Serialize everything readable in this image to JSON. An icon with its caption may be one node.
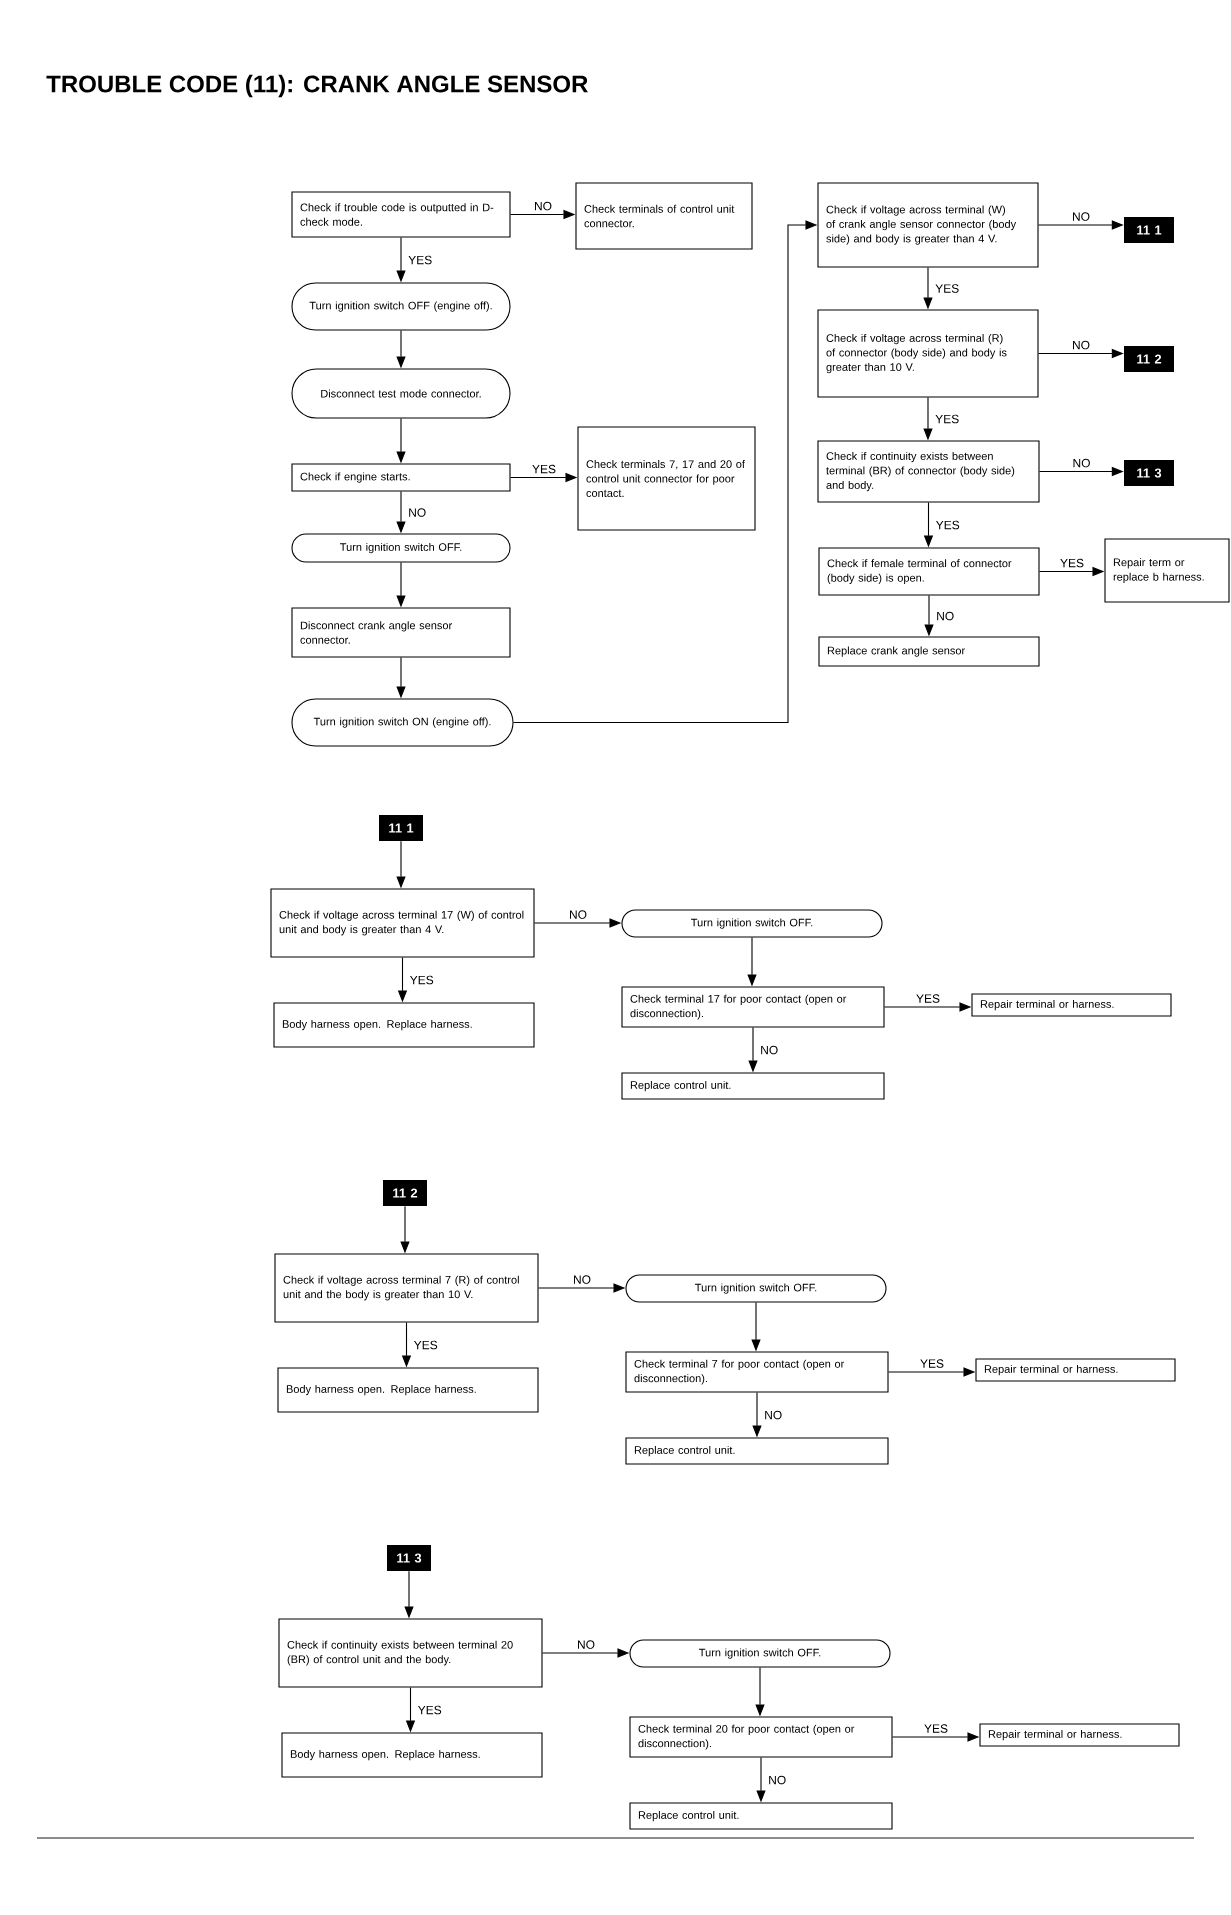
{
  "diagram": {
    "title": "TROUBLE CODE (11): CRANK ANGLE SENSOR",
    "nodes": [
      {
        "text": [
          "Check if trouble code is outputted in D-check mode."
        ]
      },
      {
        "text": [
          "Check terminals of control unit connector."
        ]
      },
      {
        "text": [
          "Turn ignition switch OFF (engine off)."
        ]
      },
      {
        "text": [
          "Disconnect test mode connector."
        ]
      },
      {
        "text": [
          "Check if engine starts."
        ]
      },
      {
        "text": [
          "Check terminals 7, 17 and 20 of control unit connector for poor contact."
        ]
      },
      {
        "text": [
          "Turn ignition switch OFF."
        ]
      },
      {
        "text": [
          "Disconnect crank angle sensor connector."
        ]
      },
      {
        "text": [
          "Turn ignition switch ON (engine off)."
        ]
      },
      {
        "text": [
          "Check if voltage across terminal (W) of crank angle sensor connector (body side) and body is greater than 4 V."
        ]
      },
      {
        "text": [
          "11 1"
        ]
      },
      {
        "text": [
          "Check if voltage across terminal (R) of connector (body side) and body is greater than 10 V."
        ]
      },
      {
        "text": [
          "11 2"
        ]
      },
      {
        "text": [
          "Check if continuity exists between terminal (BR) of connector (body side) and body."
        ]
      },
      {
        "text": [
          "11 3"
        ]
      },
      {
        "text": [
          "Check if female terminal of connector (body side) is open."
        ]
      },
      {
        "text": [
          "Repair term or replace b harness."
        ]
      },
      {
        "text": [
          "Replace crank angle sensor"
        ]
      },
      {
        "text": [
          "11 1"
        ]
      },
      {
        "text": [
          "Check if voltage across terminal 17 (W) of control unit and body is greater than 4 V."
        ]
      },
      {
        "text": [
          "Turn ignition switch OFF."
        ]
      },
      {
        "text": [
          "Body harness open. Replace harness."
        ]
      },
      {
        "text": [
          "Check terminal 17 for poor contact (open or disconnection)."
        ]
      },
      {
        "text": [
          "Repair terminal or harness."
        ]
      },
      {
        "text": [
          "Replace control unit."
        ]
      },
      {
        "text": [
          "11 2"
        ]
      },
      {
        "text": [
          "Check if voltage across terminal 7 (R) of control unit and the body is greater than 10 V."
        ]
      },
      {
        "text": [
          "Turn ignition switch OFF."
        ]
      },
      {
        "text": [
          "Body harness open. Replace harness."
        ]
      },
      {
        "text": [
          "Check terminal 7 for poor contact (open or disconnection)."
        ]
      },
      {
        "text": [
          "Repair terminal or harness."
        ]
      },
      {
        "text": [
          "Replace control unit."
        ]
      },
      {
        "text": [
          "11 3"
        ]
      },
      {
        "text": [
          "Check if continuity exists between terminal 20 (BR) of control unit and the body."
        ]
      },
      {
        "text": [
          "Turn ignition switch OFF."
        ]
      },
      {
        "text": [
          "Body harness open. Replace harness."
        ]
      },
      {
        "text": [
          "Check terminal 20 for poor contact (open or disconnection)."
        ]
      },
      {
        "text": [
          "Repair terminal or harness."
        ]
      },
      {
        "text": [
          "Replace control unit."
        ]
      }
    ],
    "edges": [
      {
        "from": 0,
        "to": 1,
        "arrow": "to",
        "label": "NO"
      },
      {
        "from": 0,
        "to": 2,
        "arrow": "to",
        "label": "YES"
      },
      {
        "from": 2,
        "to": 3,
        "arrow": "to"
      },
      {
        "from": 3,
        "to": 4,
        "arrow": "to"
      },
      {
        "from": 4,
        "to": 5,
        "arrow": "to",
        "label": "YES"
      },
      {
        "from": 4,
        "to": 6,
        "arrow": "to",
        "label": "NO"
      },
      {
        "from": 6,
        "to": 7,
        "arrow": "to"
      },
      {
        "from": 7,
        "to": 8,
        "arrow": "to"
      },
      {
        "from": 8,
        "to": 9,
        "arrow": "to"
      },
      {
        "from": 9,
        "to": 10,
        "arrow": "to",
        "label": "NO"
      },
      {
        "from": 9,
        "to": 11,
        "arrow": "to",
        "label": "YES"
      },
      {
        "from": 11,
        "to": 12,
        "arrow": "to",
        "label": "NO"
      },
      {
        "from": 11,
        "to": 13,
        "arrow": "to",
        "label": "YES"
      },
      {
        "from": 13,
        "to": 14,
        "arrow": "to",
        "label": "NO"
      },
      {
        "from": 13,
        "to": 15,
        "arrow": "to",
        "label": "YES"
      },
      {
        "from": 15,
        "to": 16,
        "arrow": "to",
        "label": "YES"
      },
      {
        "from": 15,
        "to": 17,
        "arrow": "to",
        "label": "NO"
      },
      {
        "from": 18,
        "to": 19,
        "arrow": "to"
      },
      {
        "from": 19,
        "to": 20,
        "arrow": "to",
        "label": "NO"
      },
      {
        "from": 19,
        "to": 21,
        "arrow": "to",
        "label": "YES"
      },
      {
        "from": 20,
        "to": 22,
        "arrow": "to"
      },
      {
        "from": 22,
        "to": 23,
        "arrow": "to",
        "label": "YES"
      },
      {
        "from": 22,
        "to": 24,
        "arrow": "to",
        "label": "NO"
      },
      {
        "from": 25,
        "to": 26,
        "arrow": "to"
      },
      {
        "from": 26,
        "to": 27,
        "arrow": "to",
        "label": "NO"
      },
      {
        "from": 26,
        "to": 28,
        "arrow": "to",
        "label": "YES"
      },
      {
        "from": 27,
        "to": 29,
        "arrow": "to"
      },
      {
        "from": 29,
        "to": 30,
        "arrow": "to",
        "label": "YES"
      },
      {
        "from": 29,
        "to": 31,
        "arrow": "to",
        "label": "NO"
      },
      {
        "from": 32,
        "to": 33,
        "arrow": "to"
      },
      {
        "from": 33,
        "to": 34,
        "arrow": "to",
        "label": "NO"
      },
      {
        "from": 33,
        "to": 35,
        "arrow": "to",
        "label": "YES"
      },
      {
        "from": 34,
        "to": 36,
        "arrow": "to"
      },
      {
        "from": 36,
        "to": 37,
        "arrow": "to",
        "label": "YES"
      },
      {
        "from": 36,
        "to": 38,
        "arrow": "to",
        "label": "NO"
      }
    ]
  }
}
